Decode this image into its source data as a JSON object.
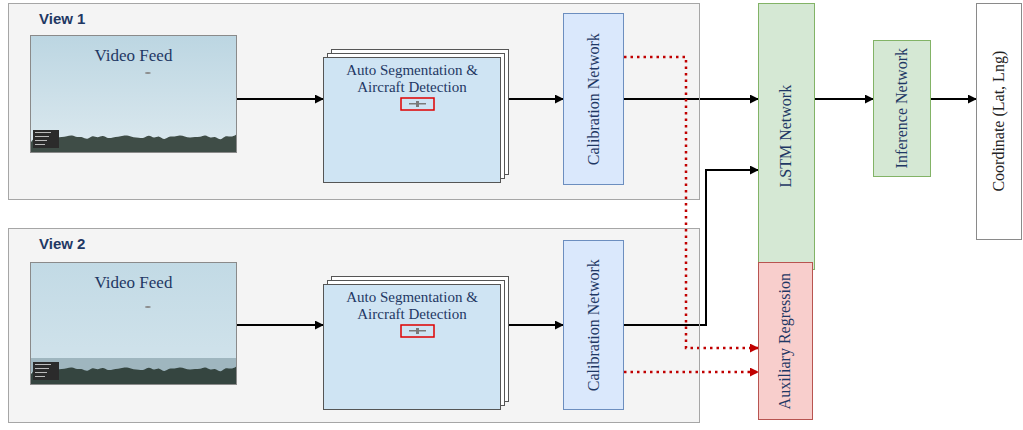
{
  "diagram": {
    "nodes": [
      {
        "text": [
          "View 1"
        ]
      },
      {
        "text": [
          "Video Feed"
        ],
        "in": 0
      },
      {
        "text": [
          "Auto Segmentation & Aircraft Detection"
        ],
        "in": 0
      },
      {
        "text": [
          "Calibration Network"
        ],
        "in": 0
      },
      {
        "text": [
          "LSTM Network"
        ]
      },
      {
        "text": [
          "Inference Network"
        ]
      },
      {
        "text": [
          "Coordinate (Lat, Lng)"
        ]
      },
      {
        "text": [
          "View 2"
        ]
      },
      {
        "text": [
          "Video Feed"
        ],
        "in": 7
      },
      {
        "text": [
          "Auto Segmentation & Aircraft Detection"
        ],
        "in": 7
      },
      {
        "text": [
          "Calibration Network"
        ],
        "in": 7
      },
      {
        "text": [
          "Auxiliary Regression"
        ]
      }
    ],
    "edges": [
      {
        "from": 1,
        "to": 2,
        "arrow": "to"
      },
      {
        "from": 2,
        "to": 3,
        "arrow": "to"
      },
      {
        "from": 3,
        "to": 4,
        "arrow": "to"
      },
      {
        "from": 3,
        "to": 11,
        "arrow": "to"
      },
      {
        "from": 8,
        "to": 9,
        "arrow": "to"
      },
      {
        "from": 9,
        "to": 10,
        "arrow": "to"
      },
      {
        "from": 10,
        "to": 4,
        "arrow": "to"
      },
      {
        "from": 10,
        "to": 11,
        "arrow": "to"
      },
      {
        "from": 4,
        "to": 5,
        "arrow": "to"
      },
      {
        "from": 5,
        "to": 6,
        "arrow": "to"
      }
    ]
  }
}
